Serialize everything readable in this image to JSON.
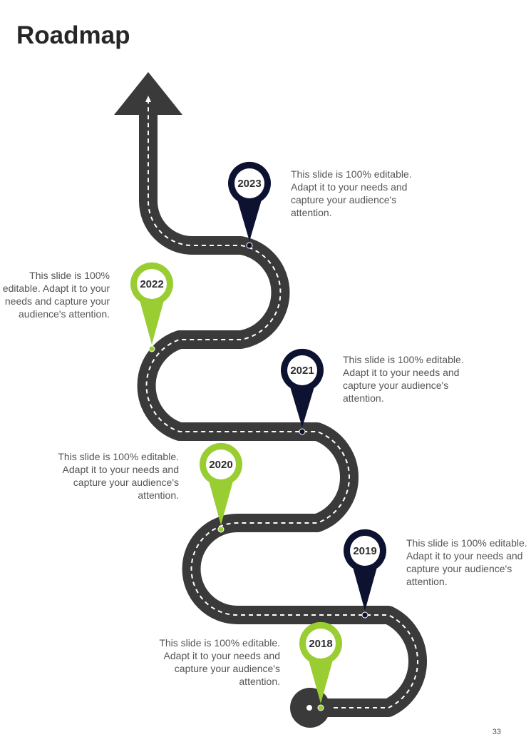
{
  "title": "Roadmap",
  "page_number": "33",
  "colors": {
    "road": "#3a3a3a",
    "dash": "#ffffff",
    "navy": "#0c1230",
    "green": "#9acd32",
    "text": "#555555"
  },
  "milestones": [
    {
      "year": "2018",
      "color": "green",
      "text": "This slide is 100% editable. Adapt it to your needs and capture your audience's attention."
    },
    {
      "year": "2019",
      "color": "navy",
      "text": "This slide is 100% editable. Adapt it to your needs and capture your audience's attention."
    },
    {
      "year": "2020",
      "color": "green",
      "text": "This slide is 100% editable. Adapt it to your needs and capture your audience's attention."
    },
    {
      "year": "2021",
      "color": "navy",
      "text": "This slide is 100% editable. Adapt it to your needs and capture your audience's attention."
    },
    {
      "year": "2022",
      "color": "green",
      "text": "This slide is 100% editable. Adapt it to your needs and capture your audience's attention."
    },
    {
      "year": "2023",
      "color": "navy",
      "text": "This slide is 100% editable. Adapt it to your needs and capture your audience's attention."
    }
  ]
}
